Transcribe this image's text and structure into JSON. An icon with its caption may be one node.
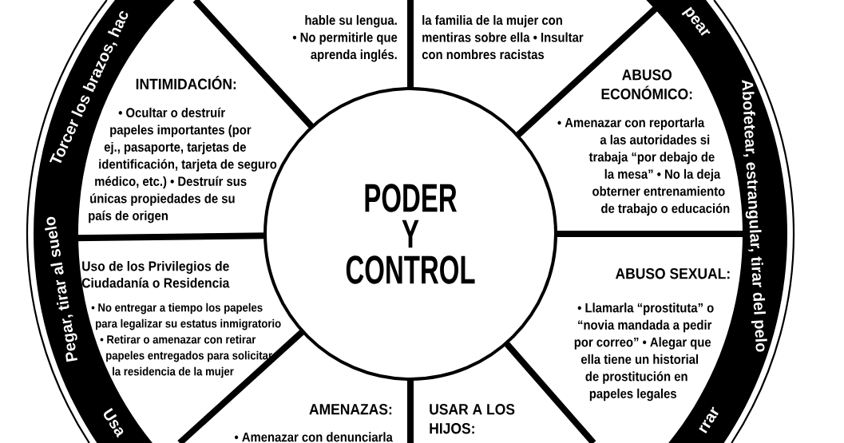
{
  "diagram": {
    "nodes": [
      {
        "text": [
          "PODER Y CONTROL"
        ]
      },
      {
        "text": [
          "hable su lengua. • No permitirle que aprenda inglés."
        ]
      },
      {
        "text": [
          "la familia de la mujer con mentiras sobre ella • Insultar con nombres racistas"
        ]
      },
      {
        "text": [
          "INTIMIDACIÓN:",
          "• Ocultar o destruír papeles importantes (por ej., pasaporte, tarjetas de identificación, tarjeta de seguro médico, etc.) • Destruír sus únicas propiedades de su país de origen"
        ]
      },
      {
        "text": [
          "ABUSO ECONÓMICO:",
          "• Amenazar con reportarla a las autoridades si trabaja “por debajo de la mesa” • No la deja obterner entrenamiento de trabajo o educación"
        ]
      },
      {
        "text": [
          "Uso de los Privilegios de Ciudadanía o Residencia",
          "• No entregar a tiempo los papeles para legalizar su estatus inmigratorio • Retirar o amenazar con retirar papeles entregados para solicitar la residencia de la mujer"
        ]
      },
      {
        "text": [
          "ABUSO SEXUAL:",
          "• Llamarla “prostituta” o “novia mandada a pedir por correo” • Alegar que ella tiene un historial de prostitución en papeles legales"
        ]
      },
      {
        "text": [
          "AMENAZAS:",
          "• Amenazar con denunciarla"
        ]
      },
      {
        "text": [
          "USAR A LOS HIJOS:"
        ]
      }
    ],
    "labels": [
      "Torcer los brazos, hac",
      "pear",
      "Pegar, tirar al suelo",
      "Abofetear, estrangular, tirar del pelo",
      "Usa",
      "rrar"
    ]
  }
}
